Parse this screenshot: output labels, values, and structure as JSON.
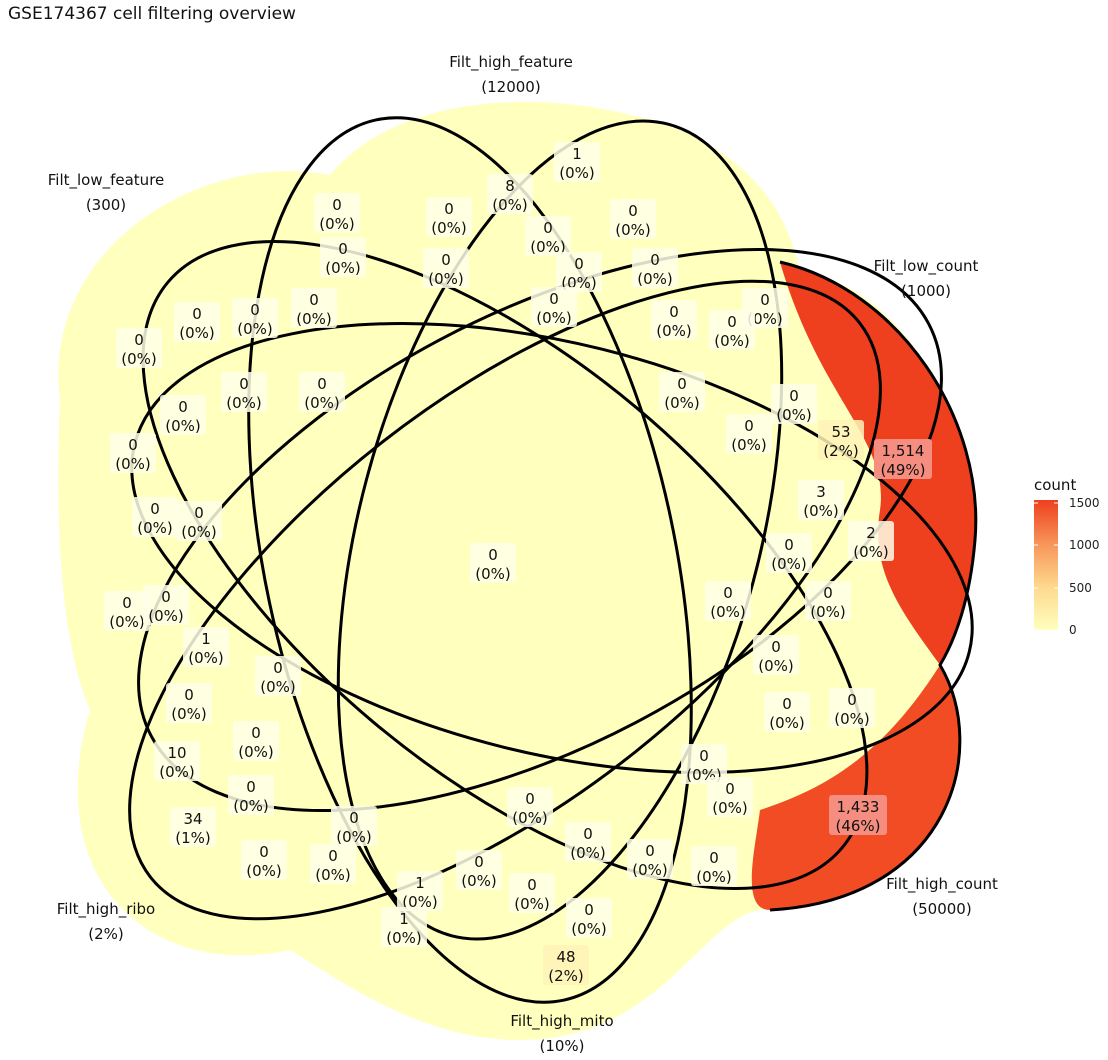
{
  "title": "GSE174367 cell filtering overview",
  "colors": {
    "low": "#FFFFBE",
    "high": "#EE3F1F",
    "outline": "#000000",
    "label_bg": "#FFFFFF"
  },
  "sets": [
    {
      "name": "Filt_high_feature",
      "threshold": "(12000)"
    },
    {
      "name": "Filt_low_count",
      "threshold": "(1000)"
    },
    {
      "name": "Filt_high_count",
      "threshold": "(50000)"
    },
    {
      "name": "Filt_high_mito",
      "threshold": "(10%)"
    },
    {
      "name": "Filt_high_ribo",
      "threshold": "(2%)"
    },
    {
      "name": "Filt_low_feature",
      "threshold": "(300)"
    }
  ],
  "legend": {
    "title": "count",
    "ticks": [
      "1500",
      "1000",
      "500",
      "0"
    ]
  },
  "chart_data": {
    "type": "venn",
    "title": "GSE174367 cell filtering overview",
    "regions": [
      {
        "count": "1,514",
        "pct": "(49%)"
      },
      {
        "count": "1,433",
        "pct": "(46%)"
      },
      {
        "count": "53",
        "pct": "(2%)"
      },
      {
        "count": "48",
        "pct": "(2%)"
      },
      {
        "count": "34",
        "pct": "(1%)"
      },
      {
        "count": "10",
        "pct": "(0%)"
      },
      {
        "count": "8",
        "pct": "(0%)"
      },
      {
        "count": "3",
        "pct": "(0%)"
      },
      {
        "count": "2",
        "pct": "(0%)"
      },
      {
        "count": "1",
        "pct": "(0%)"
      },
      {
        "count": "1",
        "pct": "(0%)"
      },
      {
        "count": "1",
        "pct": "(0%)"
      },
      {
        "count": "1",
        "pct": "(0%)"
      },
      {
        "count": "0",
        "pct": "(0%)"
      },
      {
        "count": "0",
        "pct": "(0%)"
      },
      {
        "count": "0",
        "pct": "(0%)"
      },
      {
        "count": "0",
        "pct": "(0%)"
      },
      {
        "count": "0",
        "pct": "(0%)"
      },
      {
        "count": "0",
        "pct": "(0%)"
      },
      {
        "count": "0",
        "pct": "(0%)"
      },
      {
        "count": "0",
        "pct": "(0%)"
      },
      {
        "count": "0",
        "pct": "(0%)"
      },
      {
        "count": "0",
        "pct": "(0%)"
      },
      {
        "count": "0",
        "pct": "(0%)"
      },
      {
        "count": "0",
        "pct": "(0%)"
      },
      {
        "count": "0",
        "pct": "(0%)"
      },
      {
        "count": "0",
        "pct": "(0%)"
      },
      {
        "count": "0",
        "pct": "(0%)"
      },
      {
        "count": "0",
        "pct": "(0%)"
      },
      {
        "count": "0",
        "pct": "(0%)"
      },
      {
        "count": "0",
        "pct": "(0%)"
      },
      {
        "count": "0",
        "pct": "(0%)"
      },
      {
        "count": "0",
        "pct": "(0%)"
      },
      {
        "count": "0",
        "pct": "(0%)"
      },
      {
        "count": "0",
        "pct": "(0%)"
      },
      {
        "count": "0",
        "pct": "(0%)"
      },
      {
        "count": "0",
        "pct": "(0%)"
      },
      {
        "count": "0",
        "pct": "(0%)"
      },
      {
        "count": "0",
        "pct": "(0%)"
      },
      {
        "count": "0",
        "pct": "(0%)"
      },
      {
        "count": "0",
        "pct": "(0%)"
      },
      {
        "count": "0",
        "pct": "(0%)"
      },
      {
        "count": "0",
        "pct": "(0%)"
      },
      {
        "count": "0",
        "pct": "(0%)"
      },
      {
        "count": "0",
        "pct": "(0%)"
      },
      {
        "count": "0",
        "pct": "(0%)"
      },
      {
        "count": "0",
        "pct": "(0%)"
      },
      {
        "count": "0",
        "pct": "(0%)"
      },
      {
        "count": "0",
        "pct": "(0%)"
      },
      {
        "count": "0",
        "pct": "(0%)"
      },
      {
        "count": "0",
        "pct": "(0%)"
      },
      {
        "count": "0",
        "pct": "(0%)"
      },
      {
        "count": "0",
        "pct": "(0%)"
      },
      {
        "count": "0",
        "pct": "(0%)"
      },
      {
        "count": "0",
        "pct": "(0%)"
      },
      {
        "count": "0",
        "pct": "(0%)"
      },
      {
        "count": "0",
        "pct": "(0%)"
      },
      {
        "count": "0",
        "pct": "(0%)"
      },
      {
        "count": "0",
        "pct": "(0%)"
      },
      {
        "count": "0",
        "pct": "(0%)"
      },
      {
        "count": "0",
        "pct": "(0%)"
      },
      {
        "count": "0",
        "pct": "(0%)"
      },
      {
        "count": "0",
        "pct": "(0%)"
      }
    ]
  }
}
